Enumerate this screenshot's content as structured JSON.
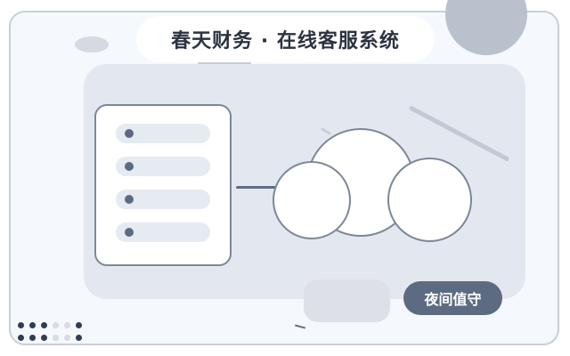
{
  "header": {
    "title": "春天财务 · 在线客服系统"
  },
  "status_button": {
    "label": "夜间值守"
  },
  "list": {
    "items": 4
  },
  "colors": {
    "accent": "#5d6b82",
    "panel": "#e3e8f0",
    "outline": "#7d8797",
    "background": "#f5f8fc"
  },
  "icons": [
    "bullet-dot-icon",
    "cloud-icon",
    "decorative-dots-icon"
  ]
}
